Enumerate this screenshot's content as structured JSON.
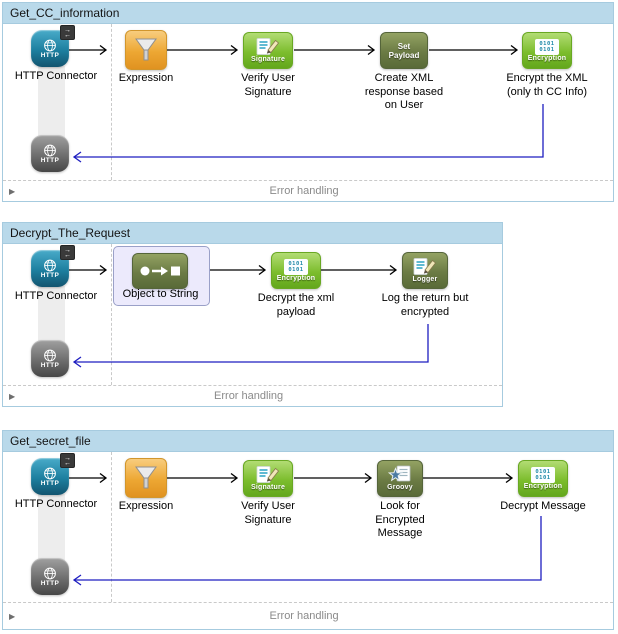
{
  "colors": {
    "flow_border": "#a6cbdf",
    "flow_title_bg": "#b9d9ea",
    "lane_dash": "#c9c9c9",
    "band": "#ededed",
    "error_text": "#8a8a8a",
    "return_arrow": "#1e1ec0",
    "connector": "#000000",
    "selection_bg": "#eceafc",
    "selection_border": "#9aa0c8",
    "bits_text": "#1f89a8",
    "bright_green": "#76ba27",
    "olive_green": "#6b7b44",
    "orange": "#eda733",
    "http_blue": "#1d7f9f",
    "http_gray": "#6e6e6e"
  },
  "icon_glyphs": {
    "http_label": "HTTP",
    "signature_label": "Signature",
    "set_payload_line1": "Set",
    "set_payload_line2": "Payload",
    "encryption_label": "Encryption",
    "encryption_bits_line1": "0101",
    "encryption_bits_line2": "0101",
    "logger_label": "Logger",
    "groovy_label": "Groovy",
    "expander": "▶",
    "badge_arrow_right": "→",
    "badge_arrow_left": "←"
  },
  "flows": [
    {
      "title": "Get_CC_information",
      "error_label": "Error handling",
      "source_label": "HTTP Connector",
      "steps": [
        {
          "name": "expression",
          "label_lines": [
            "Expression"
          ]
        },
        {
          "name": "verify-user-signature",
          "label_lines": [
            "Verify User",
            "Signature"
          ]
        },
        {
          "name": "create-xml-response",
          "label_lines": [
            "Create XML",
            "response based",
            "on User"
          ]
        },
        {
          "name": "encrypt-the-xml",
          "label_lines": [
            "Encrypt the XML",
            "(only th CC Info)"
          ]
        }
      ]
    },
    {
      "title": "Decrypt_The_Request",
      "error_label": "Error handling",
      "source_label": "HTTP Connector",
      "steps": [
        {
          "name": "object-to-string",
          "label_lines": [
            "Object to String"
          ],
          "selected": true
        },
        {
          "name": "decrypt-xml-payload",
          "label_lines": [
            "Decrypt the xml",
            "payload"
          ]
        },
        {
          "name": "log-return-encrypted",
          "label_lines": [
            "Log the return but",
            "encrypted"
          ]
        }
      ]
    },
    {
      "title": "Get_secret_file",
      "error_label": "Error handling",
      "source_label": "HTTP Connector",
      "steps": [
        {
          "name": "expression",
          "label_lines": [
            "Expression"
          ]
        },
        {
          "name": "verify-user-signature",
          "label_lines": [
            "Verify User",
            "Signature"
          ]
        },
        {
          "name": "look-for-encrypted-message",
          "label_lines": [
            "Look for",
            "Encrypted",
            "Message"
          ]
        },
        {
          "name": "decrypt-message",
          "label_lines": [
            "Decrypt Message"
          ]
        }
      ]
    }
  ]
}
